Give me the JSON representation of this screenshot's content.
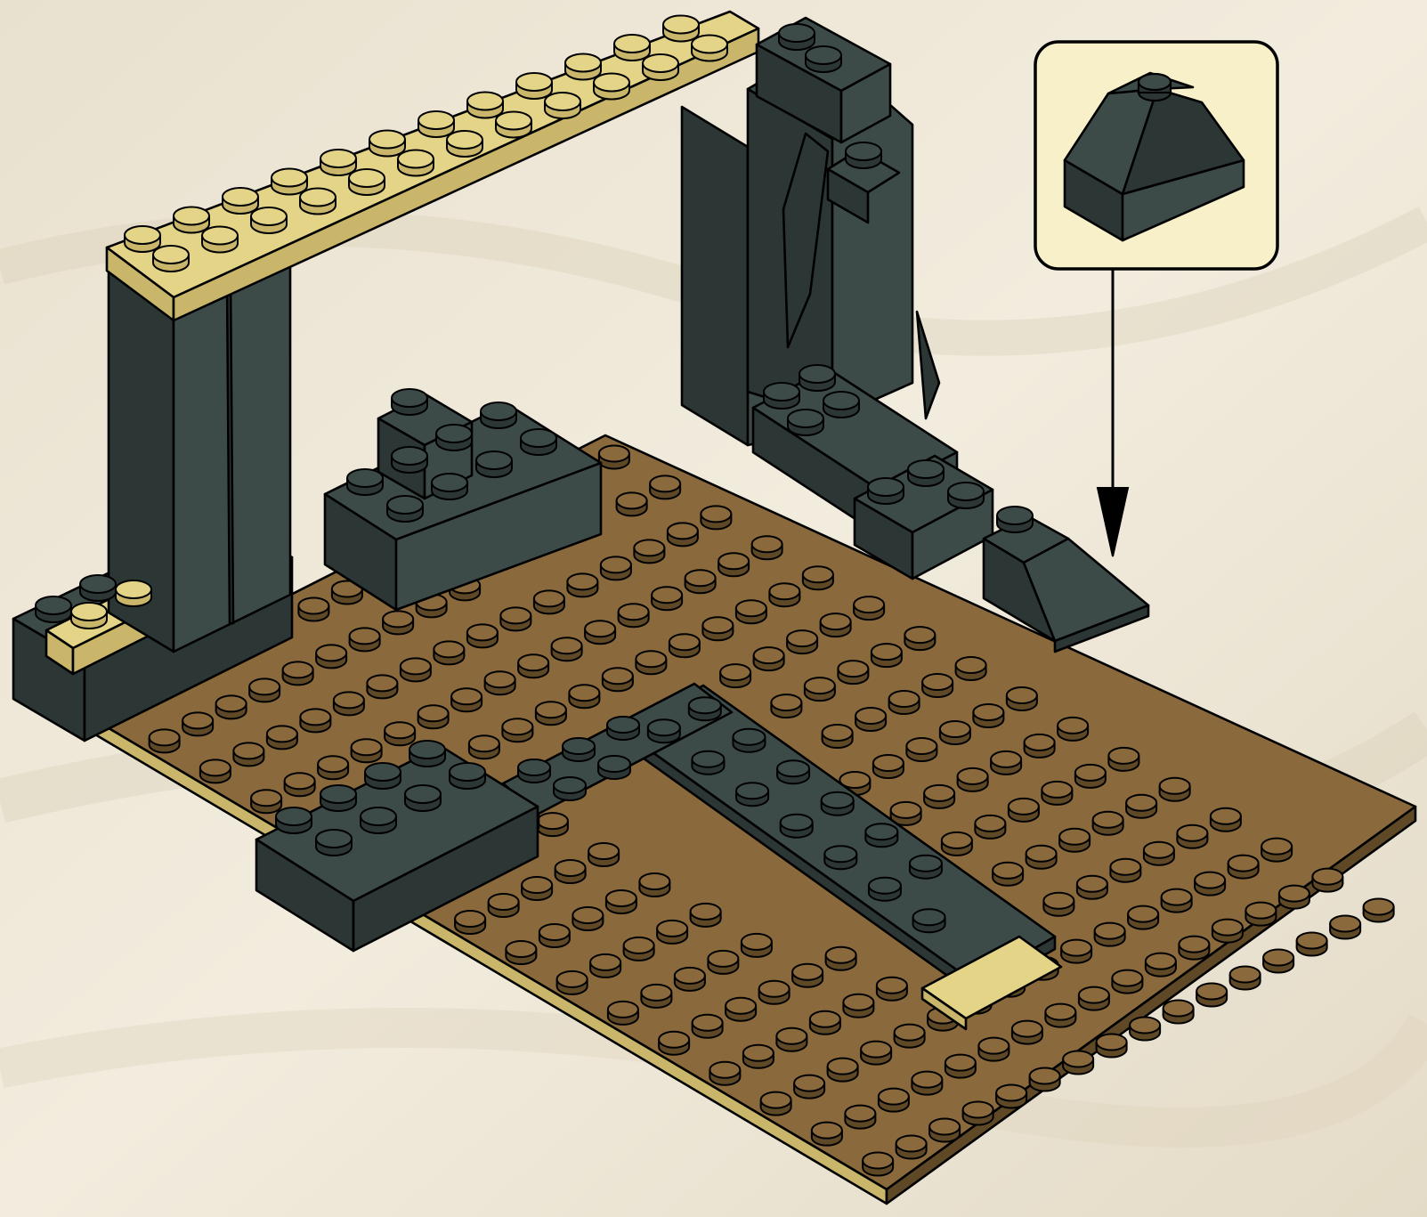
{
  "colors": {
    "background": "#ede6d6",
    "baseplate": "#8a6a3c",
    "baseplate_dark": "#5e4826",
    "dark_brick": "#3d4b48",
    "dark_brick_shade": "#2c3735",
    "dark_brick_light": "#4d5d59",
    "tan": "#e4d488",
    "tan_shade": "#c9b66a",
    "callout_bg": "#f7f0c8",
    "callout_border": "#000000"
  },
  "callout": {
    "part": "slope-2x2-double-convex",
    "part_color": "dark_brick",
    "quantity_shown": 1
  },
  "arrow": {
    "direction": "down"
  }
}
